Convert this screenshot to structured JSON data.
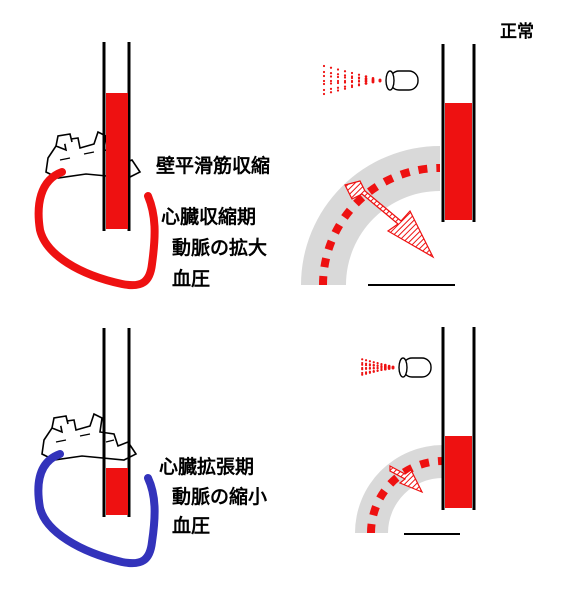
{
  "labels": {
    "normal": "正常",
    "top": {
      "smooth_muscle": "壁平滑筋収縮",
      "systole": "心臓収縮期",
      "artery": "動脈の拡大",
      "pressure": "血圧"
    },
    "bottom": {
      "diastole": "心臓拡張期",
      "artery": "動脈の縮小",
      "pressure": "血圧"
    }
  },
  "levels": {
    "top_heart_column": 0.7,
    "top_gauge": 0.6,
    "bottom_heart_column": 0.3,
    "bottom_gauge": 0.4
  },
  "colors": {
    "systole_heart": "#ee1111",
    "diastole_heart": "#3333bb",
    "blood": "#ee1111",
    "artery_wall": "#d9d9d9",
    "outline": "#000000"
  },
  "icons": [
    "heart-icon",
    "spray-nozzle-icon",
    "expansion-arrows-icon",
    "contraction-arrow-icon"
  ]
}
